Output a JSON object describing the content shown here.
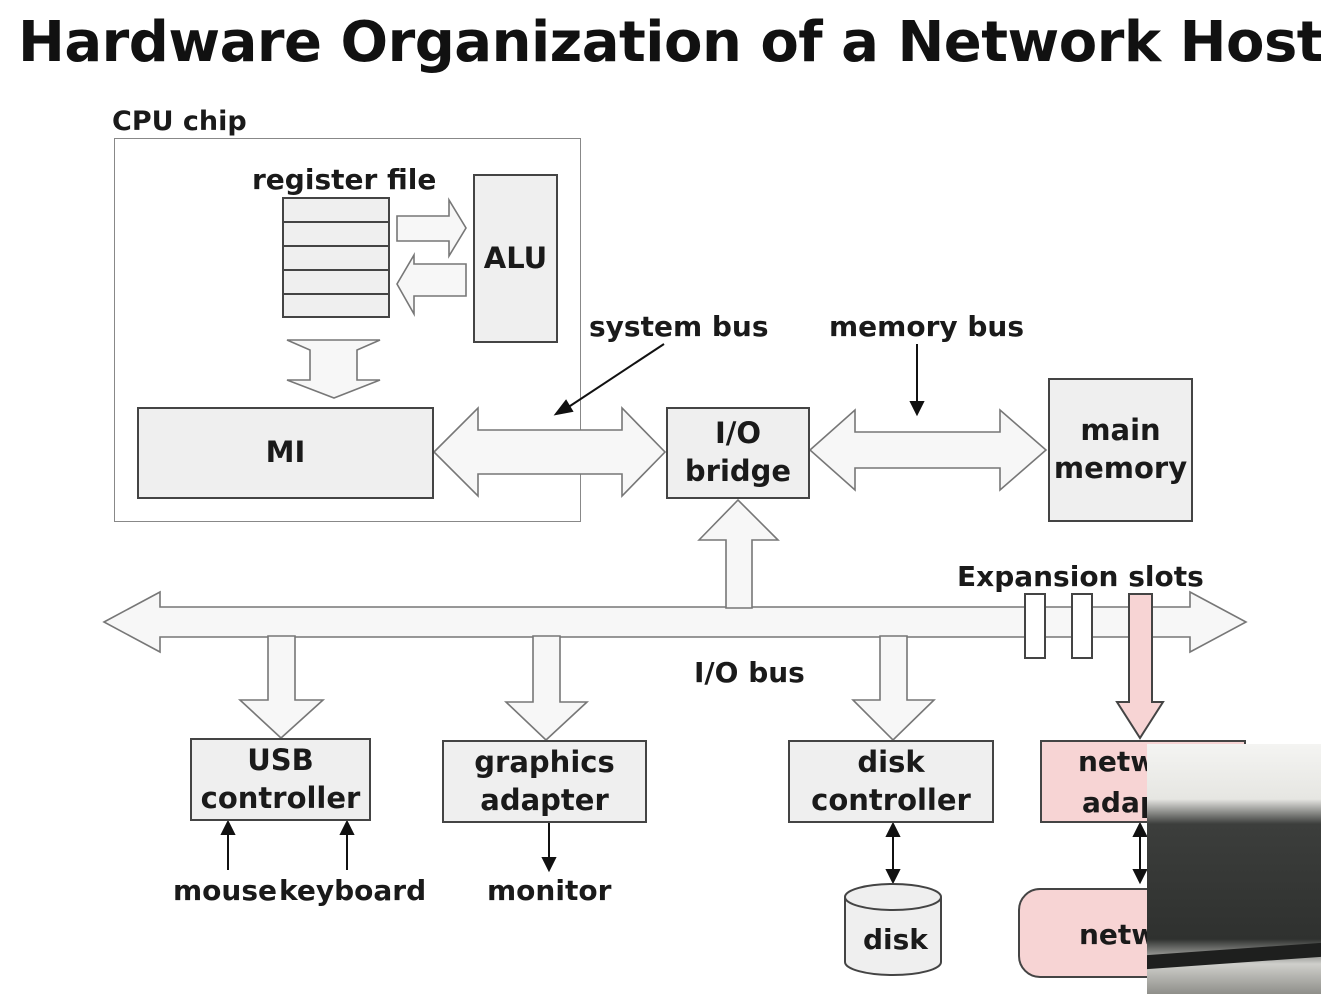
{
  "title": "Hardware Organization of a Network Host",
  "labels": {
    "cpu_chip": "CPU chip",
    "register_file": "register file",
    "system_bus": "system bus",
    "memory_bus": "memory bus",
    "expansion_slots": "Expansion slots",
    "io_bus": "I/O bus",
    "mouse": "mouse",
    "keyboard": "keyboard",
    "monitor": "monitor",
    "disk": "disk"
  },
  "boxes": {
    "alu": "ALU",
    "mi": "MI",
    "io_bridge_line1": "I/O",
    "io_bridge_line2": "bridge",
    "main_memory_line1": "main",
    "main_memory_line2": "memory",
    "usb_line1": "USB",
    "usb_line2": "controller",
    "graphics_line1": "graphics",
    "graphics_line2": "adapter",
    "disk_ctrl_line1": "disk",
    "disk_ctrl_line2": "controller",
    "network_adapter_line1": "netw",
    "network_adapter_line2": "adap",
    "network": "netw"
  },
  "colors": {
    "highlight": "#f7d4d4",
    "box_fill": "#efefef",
    "outline": "#444444"
  }
}
